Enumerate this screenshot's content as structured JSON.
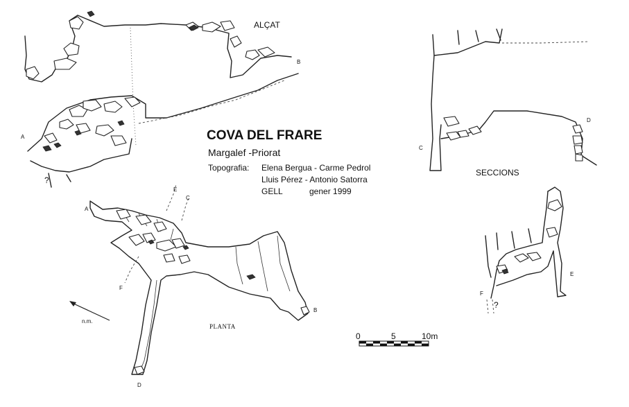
{
  "title": "COVA DEL FRARE",
  "location": "Margalef -Priorat",
  "credits": {
    "label": "Topografia:",
    "line1": "Elena Bergua - Carme Pedrol",
    "line2": "Lluis Pérez - Antonio Satorra",
    "group": "GELL",
    "date": "gener 1999"
  },
  "views": {
    "elevation": "ALÇAT",
    "sections": "SECCIONS",
    "plan": "PLANTA"
  },
  "north_label": "n.m.",
  "points": {
    "a_elev": "A",
    "b_elev": "B",
    "q_elev": "?",
    "a_plan": "A",
    "b_plan": "B",
    "c_plan": "C",
    "d_plan": "D",
    "e_plan": "E",
    "f_plan": "F",
    "c_sec": "C",
    "d_sec": "D",
    "e_sec": "E",
    "f_sec": "F",
    "q_sec": "?"
  },
  "scale": {
    "ticks": [
      "0",
      "5",
      "10m"
    ],
    "segments": 10
  }
}
